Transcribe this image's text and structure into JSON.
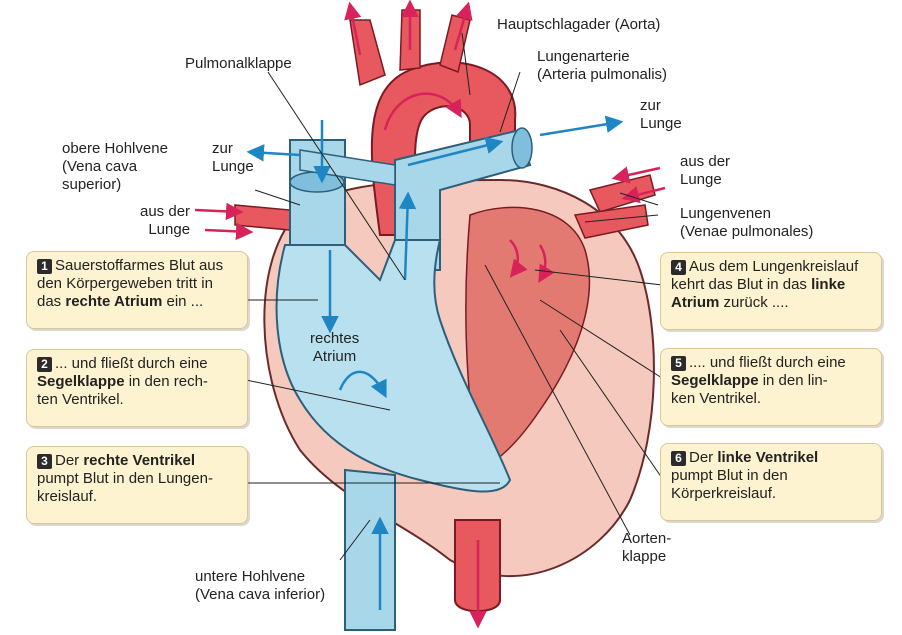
{
  "labels": {
    "aorta": "Hauptschlagader (Aorta)",
    "pulmonary_artery": [
      "Lungenarterie",
      "(Arteria pulmonalis)"
    ],
    "pulmonary_valve": "Pulmonalklappe",
    "to_lung_right": [
      "zur",
      "Lunge"
    ],
    "to_lung_left": [
      "zur",
      "Lunge"
    ],
    "superior_vena_cava": [
      "obere Hohlvene",
      "(Vena cava",
      "superior)"
    ],
    "from_lung_left": [
      "aus der",
      "Lunge"
    ],
    "from_lung_right": [
      "aus der",
      "Lunge"
    ],
    "pulmonary_veins": [
      "Lungenvenen",
      "(Venae pulmonales)"
    ],
    "right_atrium": [
      "rechtes",
      "Atrium"
    ],
    "aortic_valve": [
      "Aorten-",
      "klappe"
    ],
    "inferior_vena_cava": [
      "untere Hohlvene",
      "(Vena cava inferior)"
    ]
  },
  "steps": [
    {
      "num": "1",
      "lines": [
        [
          "Sauerstoffarmes Blut aus"
        ],
        [
          "den Körpergeweben tritt in"
        ],
        [
          "das ",
          "rechte Atrium",
          " ein ..."
        ]
      ]
    },
    {
      "num": "2",
      "lines": [
        [
          "... und fließt durch eine"
        ],
        [
          "",
          "Segelklappe",
          " in den rech-"
        ],
        [
          "ten Ventrikel."
        ]
      ]
    },
    {
      "num": "3",
      "lines": [
        [
          "",
          "Der ",
          "rechte Ventrikel"
        ],
        [
          "pumpt Blut in den Lungen-"
        ],
        [
          "kreislauf."
        ]
      ]
    },
    {
      "num": "4",
      "lines": [
        [
          "Aus dem Lungenkreislauf"
        ],
        [
          "kehrt das Blut in das ",
          "linke"
        ],
        [
          "",
          "Atrium",
          " zurück ...."
        ]
      ]
    },
    {
      "num": "5",
      "lines": [
        [
          ".... und fließt durch eine"
        ],
        [
          "",
          "Segelklappe",
          " in den lin-"
        ],
        [
          "ken Ventrikel."
        ]
      ]
    },
    {
      "num": "6",
      "lines": [
        [
          "",
          "Der ",
          "linke Ventrikel"
        ],
        [
          "pumpt Blut in den"
        ],
        [
          "Körperkreislauf."
        ]
      ]
    }
  ],
  "colors": {
    "oxygen_poor": "#a9d7ea",
    "oxygen_poor_dark": "#5aa9cf",
    "oxygen_rich": "#e8585f",
    "oxygen_rich_dark": "#b8303a",
    "heart_wall": "#f6c9bf",
    "arrow_blue": "#1f86c4",
    "arrow_red": "#d8235a",
    "box_bg": "#fdf3d0"
  }
}
